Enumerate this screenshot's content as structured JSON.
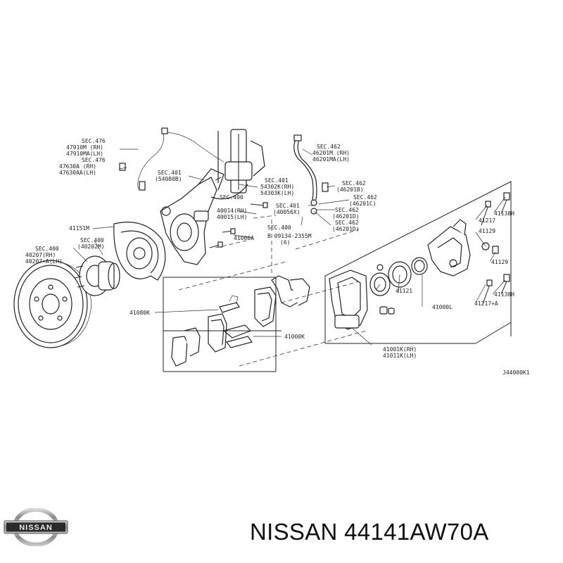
{
  "diagram": {
    "code": "J44000K1",
    "labels": {
      "sec476_a": "SEC.476",
      "p47910M": "47910M (RH)",
      "p47910MA": "47910MA(LH)",
      "sec476_b": "SEC.476",
      "p47630A": "47630A (RH)",
      "p47630AA": "47630AA(LH)",
      "sec401_a": "SEC.401",
      "p54080B": "(54080B)",
      "sec401_b": "SEC.401",
      "p54302K": "54302K(RH)",
      "p54303K": "54303K(LH)",
      "sec400_a": "SEC.400",
      "p40014": "40014(RH)",
      "p40015": "40015(LH)",
      "sec401_c": "SEC.401",
      "p40056X": "(40056X)",
      "sec462_a": "SEC.462",
      "p46201M": "46201M (RH)",
      "p46201MA": "46201MA(LH)",
      "sec462_b": "SEC.462",
      "p46201B": "(46201B)",
      "sec462_c": "SEC.462",
      "p46201C": "(46201C)",
      "sec462_d": "SEC.462",
      "p46201D_a": "(46201D)",
      "sec462_e": "SEC.462",
      "p46201D_b": "(46201D)",
      "sec400_b": "SEC.400",
      "p09134": "B 09134-2355M",
      "p6": "(6)",
      "p41000A": "41000A",
      "p41151M": "41151M",
      "sec400_c": "SEC.400",
      "p40207_rh": "40207(RH)",
      "p40207A_lh": "40207+A(LH)",
      "sec400_d": "SEC.400",
      "p40202M": "(40202M)",
      "p41080K": "41080K",
      "p41000K": "41000K",
      "p41138H_a": "41138H",
      "p41217": "41217",
      "p41129_a": "41129",
      "p41129_b": "41129",
      "p41138H_b": "41138H",
      "p41217A": "41217+A",
      "p41121": "41121",
      "p41000L": "41000L",
      "p41001K": "41001K(RH)",
      "p41011K": "41011K(LH)"
    }
  },
  "footer": {
    "brand": "NISSAN",
    "part_number": "NISSAN 44141AW70A"
  }
}
